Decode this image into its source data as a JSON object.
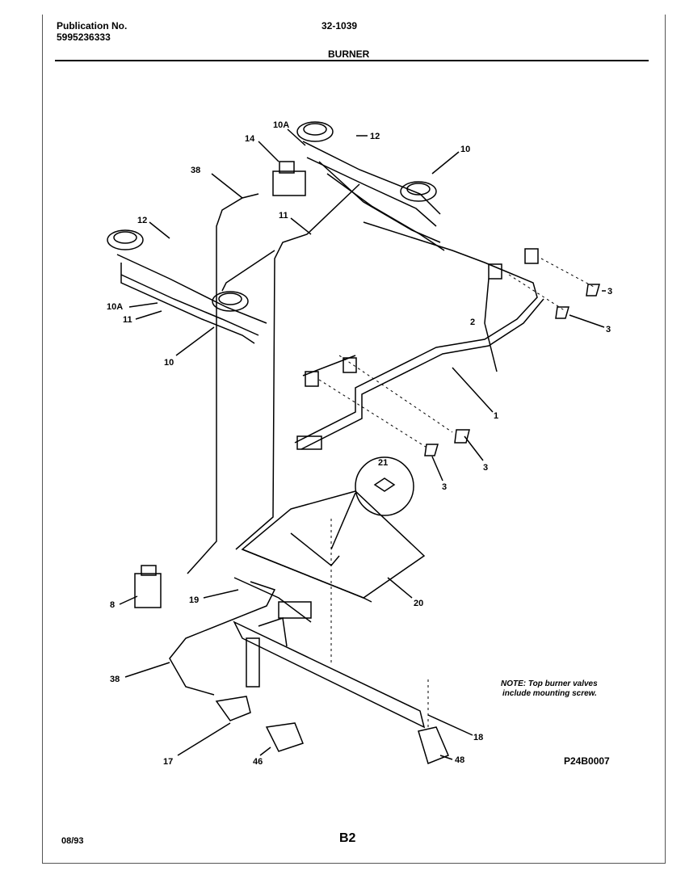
{
  "header": {
    "publication_label": "Publication No.",
    "publication_number": "5995236333",
    "model_code": "32-1039",
    "section_title": "BURNER"
  },
  "callouts": {
    "c10A_top": "10A",
    "c12_top": "12",
    "c14": "14",
    "c10_top": "10",
    "c38_top": "38",
    "c11_top": "11",
    "c12_left": "12",
    "c10A_left": "10A",
    "c11_left": "11",
    "c10_left": "10",
    "c3_a": "3",
    "c3_b": "3",
    "c2": "2",
    "c1": "1",
    "c3_c": "3",
    "c3_d": "3",
    "c21": "21",
    "c8": "8",
    "c19": "19",
    "c20": "20",
    "c38_bottom": "38",
    "c18": "18",
    "c17": "17",
    "c46": "46",
    "c48": "48"
  },
  "note": {
    "line1": "NOTE: Top burner valves",
    "line2": "include mounting screw."
  },
  "footer": {
    "drawing_code": "P24B0007",
    "date": "08/93",
    "page": "B2"
  }
}
